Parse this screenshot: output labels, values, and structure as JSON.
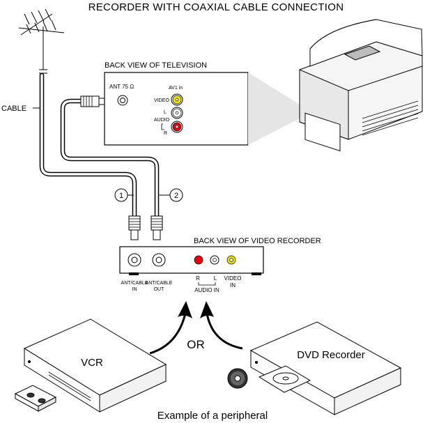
{
  "title": "RECORDER WITH COAXIAL CABLE CONNECTION",
  "tv_panel": {
    "label": "BACK VIEW OF TELEVISION",
    "ant_label": "ANT 75 Ω",
    "av_label": "AV1 in",
    "video_label": "VIDEO",
    "audio_label": "AUDIO",
    "l_label": "L",
    "r_label": "R"
  },
  "cable_label": "CABLE",
  "callouts": [
    "1",
    "2"
  ],
  "recorder_panel": {
    "label": "BACK VIEW OF VIDEO RECORDER",
    "ant_in": [
      "ANT/CABLE",
      "IN"
    ],
    "ant_out": [
      "ANT/CABLE",
      "OUT"
    ],
    "r_label": "R",
    "l_label": "L",
    "audio_in": "AUDIO IN",
    "video_in": [
      "VIDEO",
      "IN"
    ]
  },
  "or_label": "OR",
  "devices": {
    "left": "VCR",
    "right": "DVD Recorder"
  },
  "caption": "Example of a peripheral",
  "colors": {
    "video": "#f2e600",
    "audio_r": "#e60012",
    "audio_l": "#ffffff",
    "ink": "#000000"
  },
  "icons": [
    "antenna-icon",
    "tv-icon",
    "vcr-icon",
    "cassette-icon",
    "dvd-recorder-icon",
    "disc-icon",
    "curved-arrow-icon"
  ]
}
